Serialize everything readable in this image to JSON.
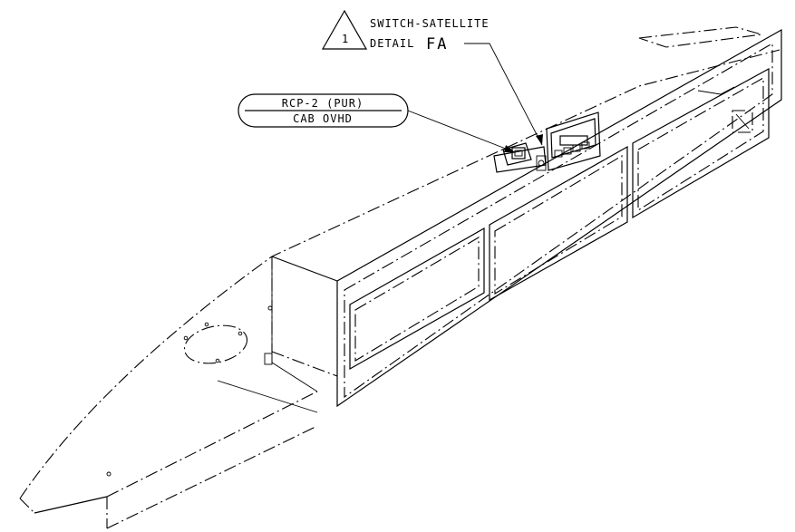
{
  "callouts": {
    "revision_number": "1",
    "switch_line1": "SWITCH-SATELLITE",
    "switch_line2_prefix": "DETAIL",
    "switch_line2_ref": "FA",
    "rcp_line1": "RCP-2 (PUR)",
    "rcp_line2": "CAB OVHD"
  },
  "colors": {
    "ink": "#000000",
    "paper": "#ffffff"
  }
}
